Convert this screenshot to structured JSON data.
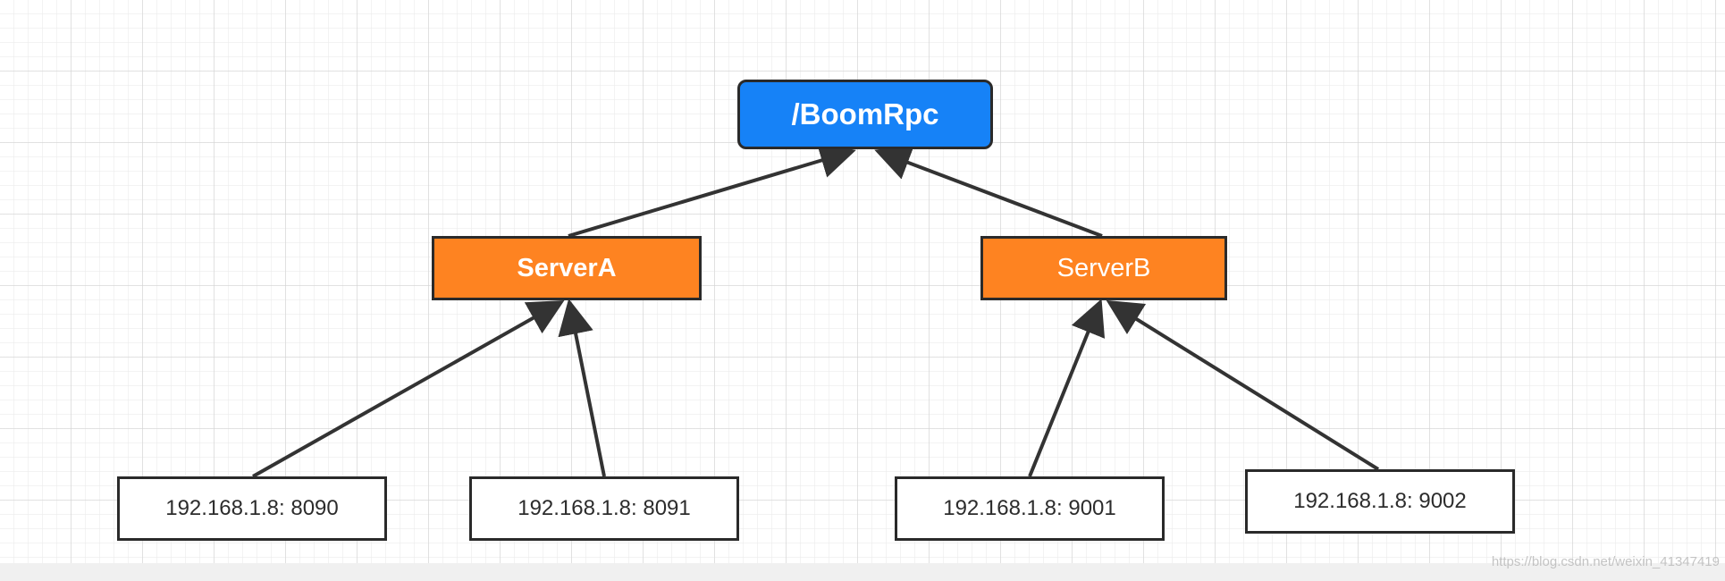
{
  "diagram": {
    "root": {
      "label": "/BoomRpc",
      "color": "#1682f7"
    },
    "servers": [
      {
        "id": "a",
        "label": "ServerA",
        "color": "#fe8321"
      },
      {
        "id": "b",
        "label": "ServerB",
        "color": "#fe8321"
      }
    ],
    "endpoints": [
      {
        "label": "192.168.1.8: 8090",
        "parent": "a"
      },
      {
        "label": "192.168.1.8: 8091",
        "parent": "a"
      },
      {
        "label": "192.168.1.8: 9001",
        "parent": "b"
      },
      {
        "label": "192.168.1.8: 9002",
        "parent": "b"
      }
    ],
    "edge_color": "#333333"
  },
  "watermark": "https://blog.csdn.net/weixin_41347419"
}
